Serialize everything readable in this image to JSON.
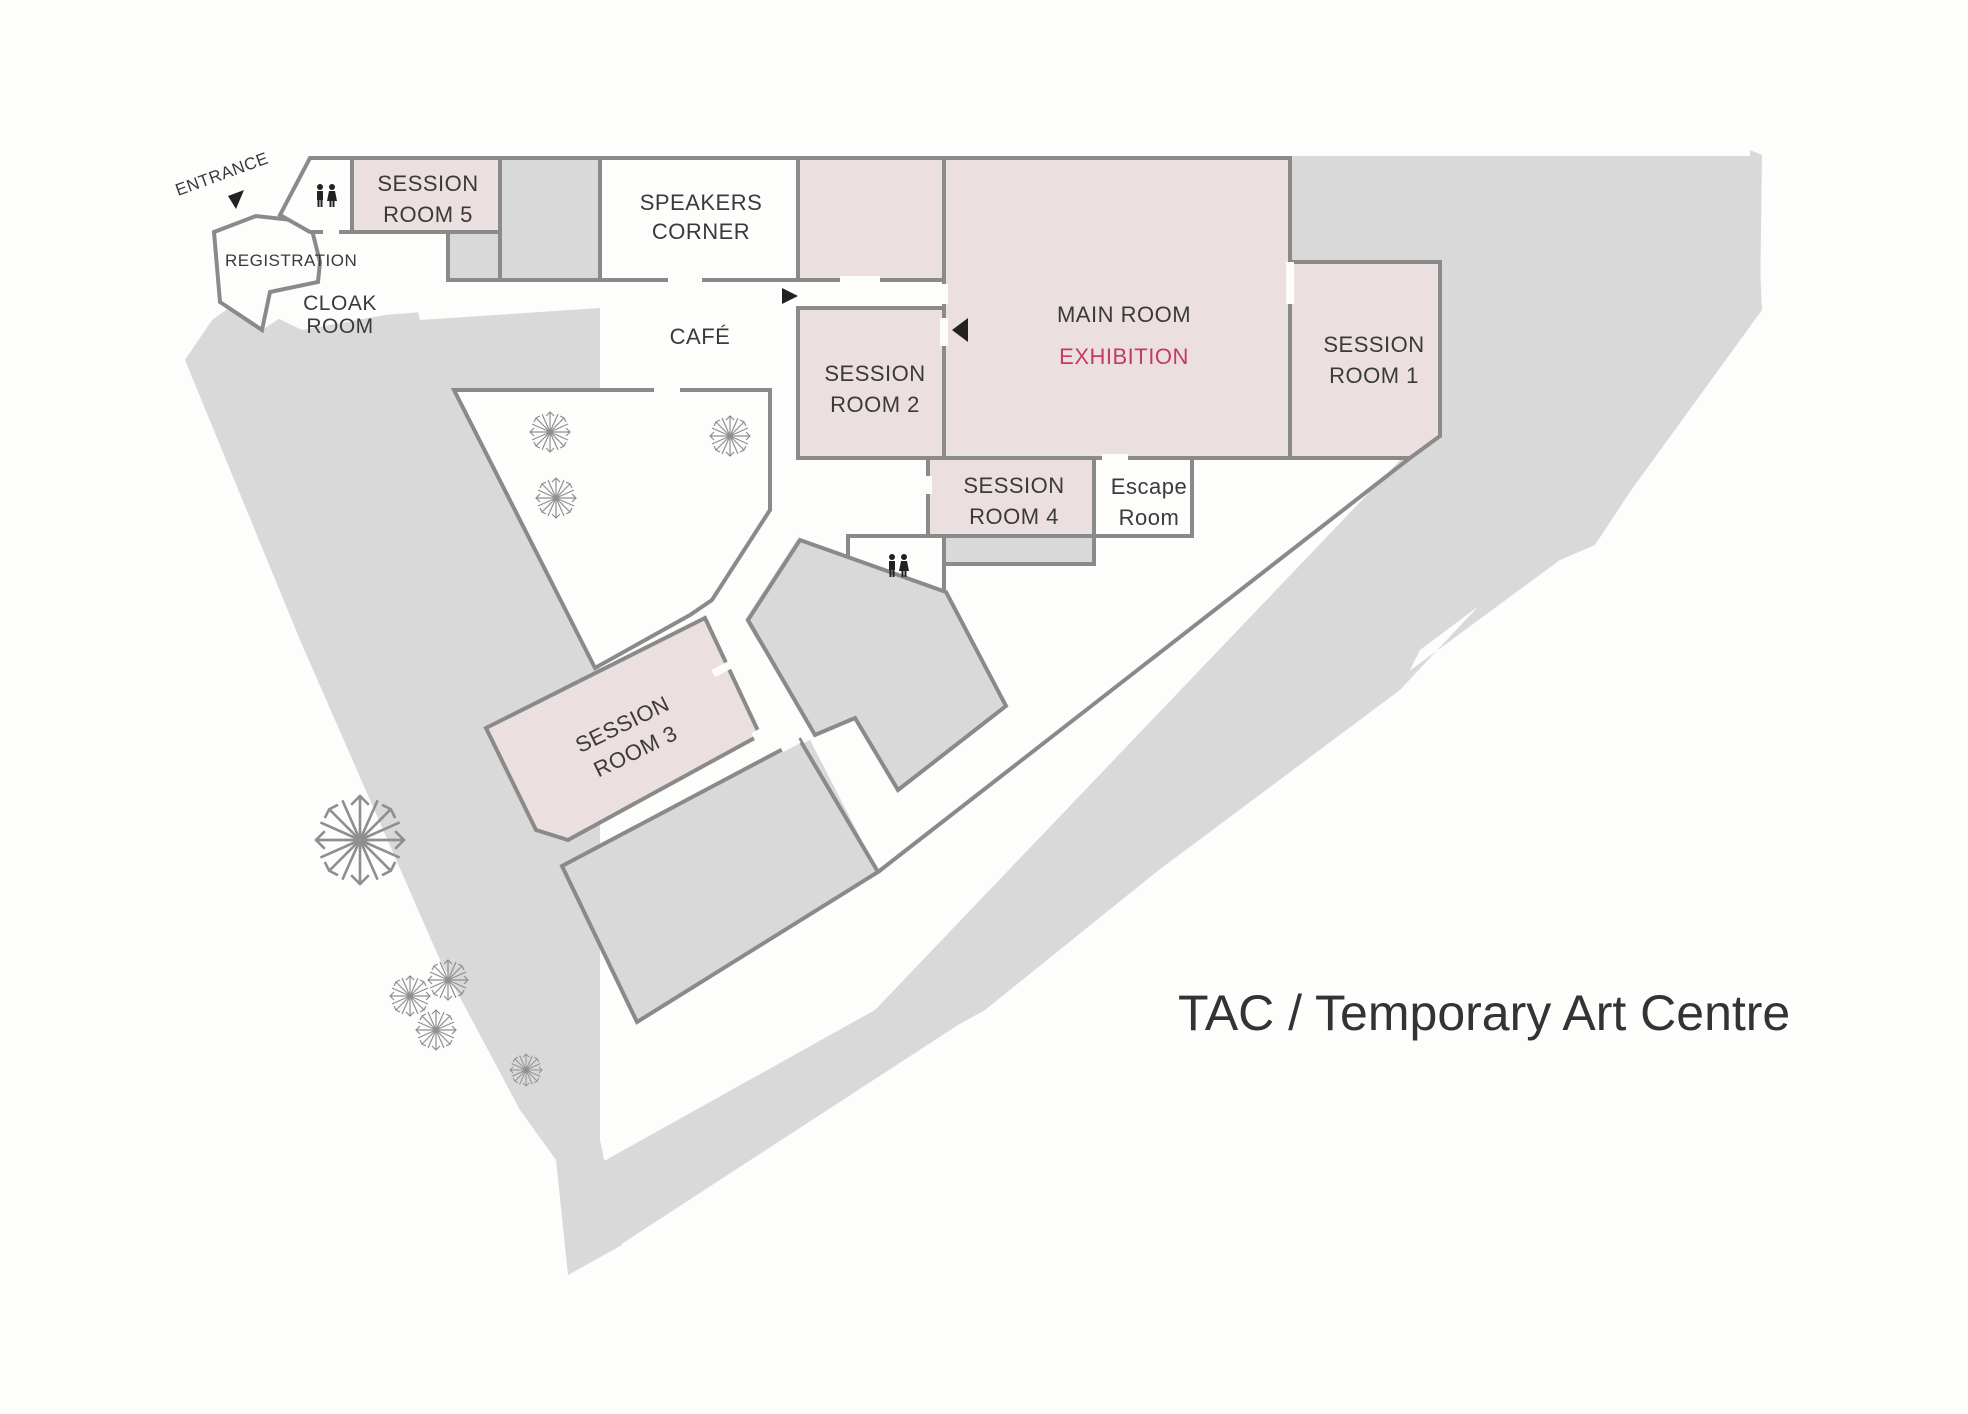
{
  "title": "TAC / Temporary Art Centre",
  "labels": {
    "entrance": "ENTRANCE",
    "registration": "REGISTRATION",
    "cloak_line1": "CLOAK",
    "cloak_line2": "ROOM",
    "session5_line1": "SESSION",
    "session5_line2": "ROOM 5",
    "speakers_line1": "SPEAKERS",
    "speakers_line2": "CORNER",
    "cafe": "CAFÉ",
    "main_room": "MAIN ROOM",
    "exhibition": "EXHIBITION",
    "session1_line1": "SESSION",
    "session1_line2": "ROOM 1",
    "session2_line1": "SESSION",
    "session2_line2": "ROOM 2",
    "session4_line1": "SESSION",
    "session4_line2": "ROOM 4",
    "escape_line1": "Escape",
    "escape_line2": "Room",
    "session3_line1": "SESSION",
    "session3_line2": "ROOM 3"
  },
  "icons": {
    "restroom": "restroom-icon",
    "arrow": "triangle-arrow-icon",
    "tree": "tree-icon"
  },
  "colors": {
    "background": "#fdfdfc",
    "outdoor_gray": "#d9d9da",
    "room_pink": "#ecdfe0",
    "room_white": "#fdfdfc",
    "wall": "#8a8a8a",
    "exhibition_text": "#c23a6b",
    "text": "#3a3a3a"
  }
}
